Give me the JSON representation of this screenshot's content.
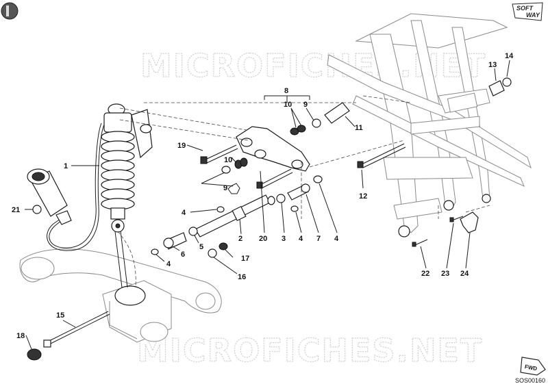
{
  "watermark": {
    "text_top": "MICROFICHES.NET",
    "text_bottom": "MICROFICHES.NET"
  },
  "brand": {
    "line1": "SOFT",
    "line2": "WAY"
  },
  "fwd_label": "FWD",
  "diagram_code": "SOS00160",
  "callouts": [
    "1",
    "2",
    "3",
    "4",
    "4",
    "4",
    "4",
    "5",
    "6",
    "7",
    "8",
    "9",
    "9",
    "10",
    "10",
    "11",
    "12",
    "13",
    "14",
    "15",
    "16",
    "17",
    "18",
    "19",
    "20",
    "21",
    "22",
    "23",
    "24"
  ],
  "colors": {
    "ink": "#1a1a1a",
    "watermark": "#cfcfcf",
    "background": "#ffffff"
  }
}
